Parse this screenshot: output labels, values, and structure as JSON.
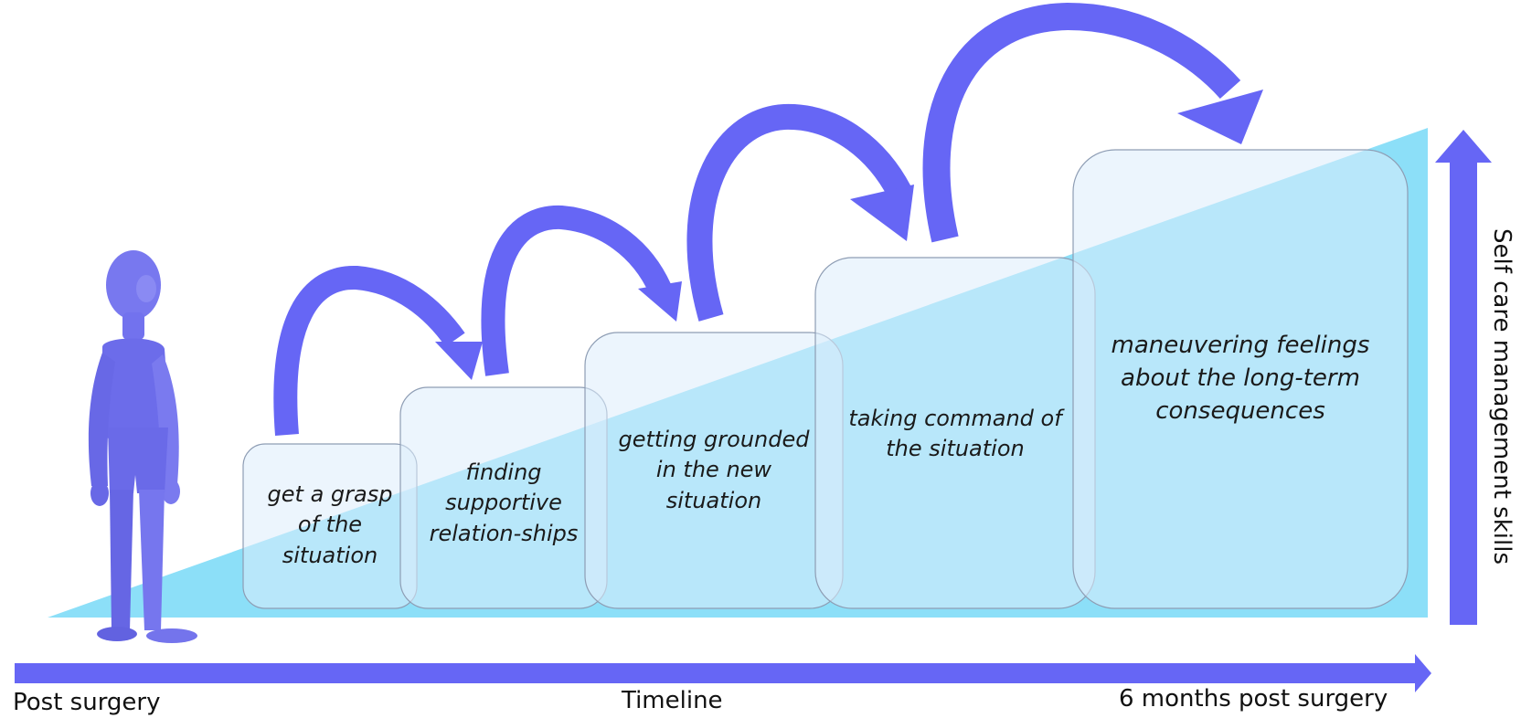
{
  "colors": {
    "arrow": "#6666f5",
    "arrow_dark": "#5151dc",
    "triangle": "#8cdff8",
    "box_fill": "#dcecfc",
    "box_stroke": "#8e9db4",
    "figure": "#7272ee"
  },
  "steps": [
    {
      "label": "get a grasp\nof the\nsituation"
    },
    {
      "label": "finding\nsupportive\nrelation-ships"
    },
    {
      "label": "getting grounded\nin the new\nsituation"
    },
    {
      "label": "taking command of\nthe situation"
    },
    {
      "label": "maneuvering feelings\nabout the long-term\nconsequences"
    }
  ],
  "axis": {
    "start_label": "Post surgery",
    "middle_label": "Timeline",
    "end_label": "6 months post surgery",
    "vertical_label": "Self care management skills"
  },
  "figure": {
    "icon": "person-figure-icon"
  }
}
